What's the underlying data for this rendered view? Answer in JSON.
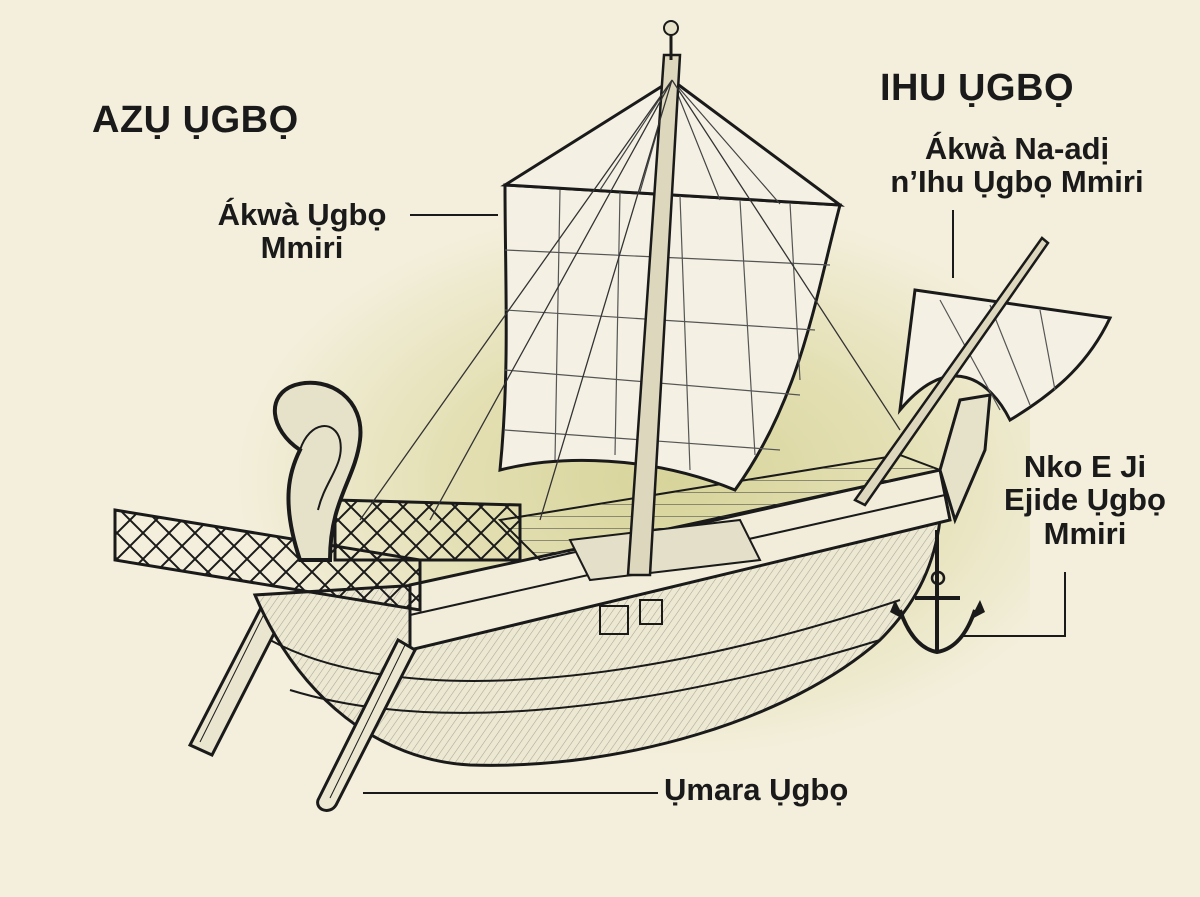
{
  "headings": {
    "stern": "AZỤ ỤGBỌ",
    "bow": "IHU ỤGBỌ"
  },
  "labels": {
    "main_sail": [
      "Ákwà Ụgbọ",
      "Mmiri"
    ],
    "bow_sail": [
      "Ákwà Na-adị",
      "n’Ihu Ụgbọ Mmiri"
    ],
    "anchor": [
      "Nko E Ji",
      "Ejide Ụgbọ",
      "Mmiri"
    ],
    "rudder": "Ụmara Ụgbọ"
  },
  "colors": {
    "background": "#f3efdc",
    "glow": "#d7d49b",
    "ink": "#1a1a1a",
    "sail": "#f4f1e4"
  }
}
